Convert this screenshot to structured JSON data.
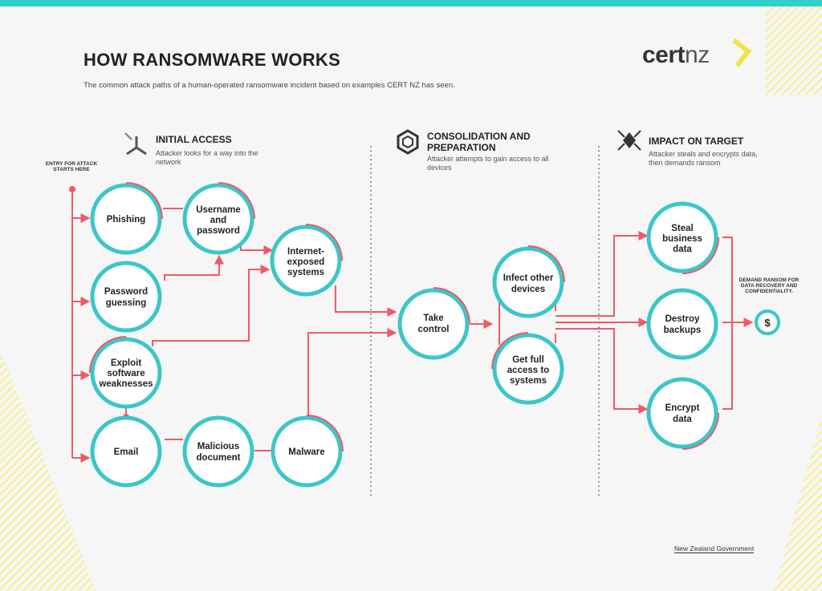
{
  "header": {
    "title": "HOW RANSOMWARE WORKS",
    "subtitle": "The common attack paths of a human-operated ransomware incident based on examples CERT NZ has seen."
  },
  "logo": {
    "part1": "cert",
    "part2": "nz"
  },
  "sections": [
    {
      "title": "INITIAL ACCESS",
      "desc": "Attacker looks for a way into the network",
      "icon": "network-icon"
    },
    {
      "title": "CONSOLIDATION AND PREPARATION",
      "desc": "Attacker attempts to gain access to all devices",
      "icon": "hexagon-icon"
    },
    {
      "title": "IMPACT ON TARGET",
      "desc": "Attacker steals and encrypts data, then demands ransom",
      "icon": "impact-icon"
    }
  ],
  "entry_label": "ENTRY FOR ATTACK STARTS HERE",
  "demand_label": "DEMAND RANSOM FOR DATA RECOVERY AND CONFIDENTIALITY.",
  "footer": "New Zealand Government",
  "colors": {
    "teal": "#3cc6c8",
    "red": "#ef5a67",
    "accent_bar": "#2fd0cc",
    "hatch": "#f7ee8a",
    "logo_chevron": "#f2e24d"
  },
  "nodes": [
    {
      "id": "phishing",
      "label": "Phishing"
    },
    {
      "id": "username",
      "label": "Username and password"
    },
    {
      "id": "internet",
      "label": "Internet-exposed systems"
    },
    {
      "id": "pwguess",
      "label": "Password guessing"
    },
    {
      "id": "exploit",
      "label": "Exploit software weaknesses"
    },
    {
      "id": "email",
      "label": "Email"
    },
    {
      "id": "maldoc",
      "label": "Malicious document"
    },
    {
      "id": "malware",
      "label": "Malware"
    },
    {
      "id": "take",
      "label": "Take control"
    },
    {
      "id": "infect",
      "label": "Infect other devices"
    },
    {
      "id": "getfull",
      "label": "Get full access to systems"
    },
    {
      "id": "steal",
      "label": "Steal business data"
    },
    {
      "id": "destroy",
      "label": "Destroy backups"
    },
    {
      "id": "encrypt",
      "label": "Encrypt data"
    },
    {
      "id": "ransom",
      "label": "$"
    }
  ]
}
